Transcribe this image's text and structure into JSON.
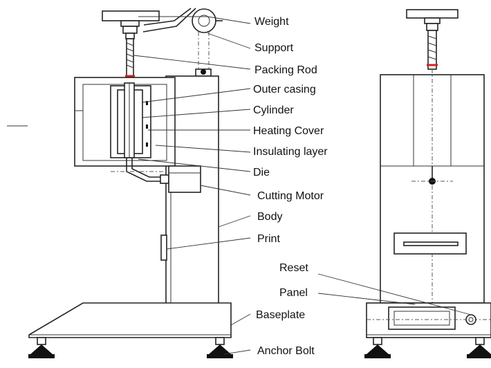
{
  "diagram": {
    "labels": {
      "weight": "Weight",
      "support": "Support",
      "packing_rod": "Packing Rod",
      "outer_casing": "Outer casing",
      "cylinder": "Cylinder",
      "heating_cover": "Heating Cover",
      "insulating_layer": "Insulating layer",
      "die": "Die",
      "cutting_motor": "Cutting Motor",
      "body": "Body",
      "print": "Print",
      "baseplate": "Baseplate",
      "anchor_bolt": "Anchor Bolt",
      "reset": "Reset",
      "panel": "Panel"
    },
    "colors": {
      "line": "#222222",
      "accent": "#d42020",
      "background": "#ffffff"
    }
  }
}
